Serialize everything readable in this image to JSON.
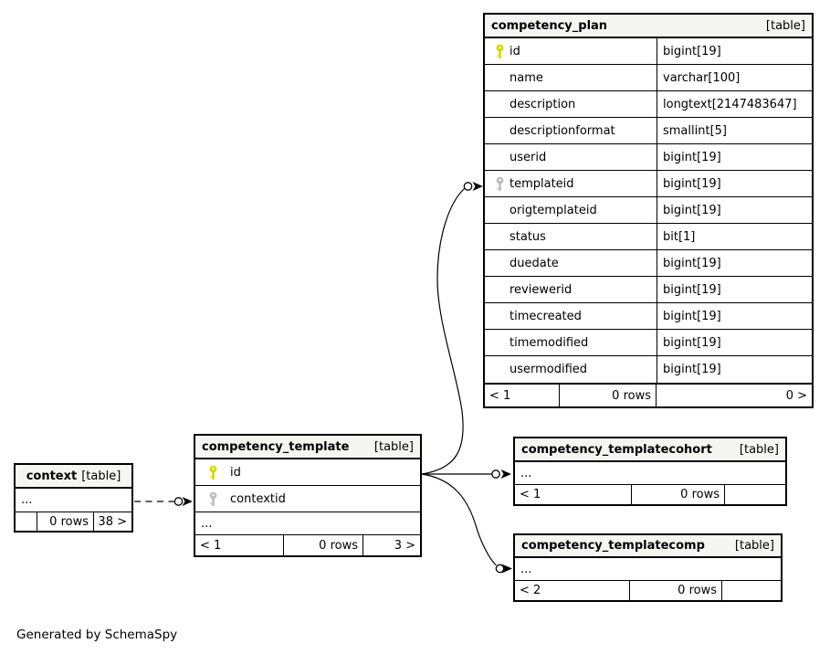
{
  "credit": "Generated by SchemaSpy",
  "colors": {
    "primary_key": "#d8d800",
    "foreign_key": "#bdbdbd",
    "header_bg": "#f5f5f2",
    "border": "#000000"
  },
  "tables": {
    "plan": {
      "name": "competency_plan",
      "tag": "[table]",
      "columns": [
        {
          "name": "id",
          "type": "bigint[19]",
          "key": "primary"
        },
        {
          "name": "name",
          "type": "varchar[100]",
          "key": ""
        },
        {
          "name": "description",
          "type": "longtext[2147483647]",
          "key": ""
        },
        {
          "name": "descriptionformat",
          "type": "smallint[5]",
          "key": ""
        },
        {
          "name": "userid",
          "type": "bigint[19]",
          "key": ""
        },
        {
          "name": "templateid",
          "type": "bigint[19]",
          "key": "foreign"
        },
        {
          "name": "origtemplateid",
          "type": "bigint[19]",
          "key": ""
        },
        {
          "name": "status",
          "type": "bit[1]",
          "key": ""
        },
        {
          "name": "duedate",
          "type": "bigint[19]",
          "key": ""
        },
        {
          "name": "reviewerid",
          "type": "bigint[19]",
          "key": ""
        },
        {
          "name": "timecreated",
          "type": "bigint[19]",
          "key": ""
        },
        {
          "name": "timemodified",
          "type": "bigint[19]",
          "key": ""
        },
        {
          "name": "usermodified",
          "type": "bigint[19]",
          "key": ""
        }
      ],
      "footer": {
        "prev": "< 1",
        "rows": "0 rows",
        "next": "0 >"
      }
    },
    "template": {
      "name": "competency_template",
      "tag": "[table]",
      "columns": [
        {
          "name": "id",
          "key": "primary"
        },
        {
          "name": "contextid",
          "key": "foreign"
        }
      ],
      "more": "...",
      "footer": {
        "prev": "< 1",
        "rows": "0 rows",
        "next": "3 >"
      }
    },
    "context": {
      "name": "context",
      "tag": "[table]",
      "more": "...",
      "footer": {
        "prev": "",
        "rows": "0 rows",
        "next": "38 >"
      }
    },
    "cohort": {
      "name": "competency_templatecohort",
      "tag": "[table]",
      "more": "...",
      "footer": {
        "prev": "< 1",
        "rows": "0 rows",
        "next": ""
      }
    },
    "comp": {
      "name": "competency_templatecomp",
      "tag": "[table]",
      "more": "...",
      "footer": {
        "prev": "< 2",
        "rows": "0 rows",
        "next": ""
      }
    }
  }
}
